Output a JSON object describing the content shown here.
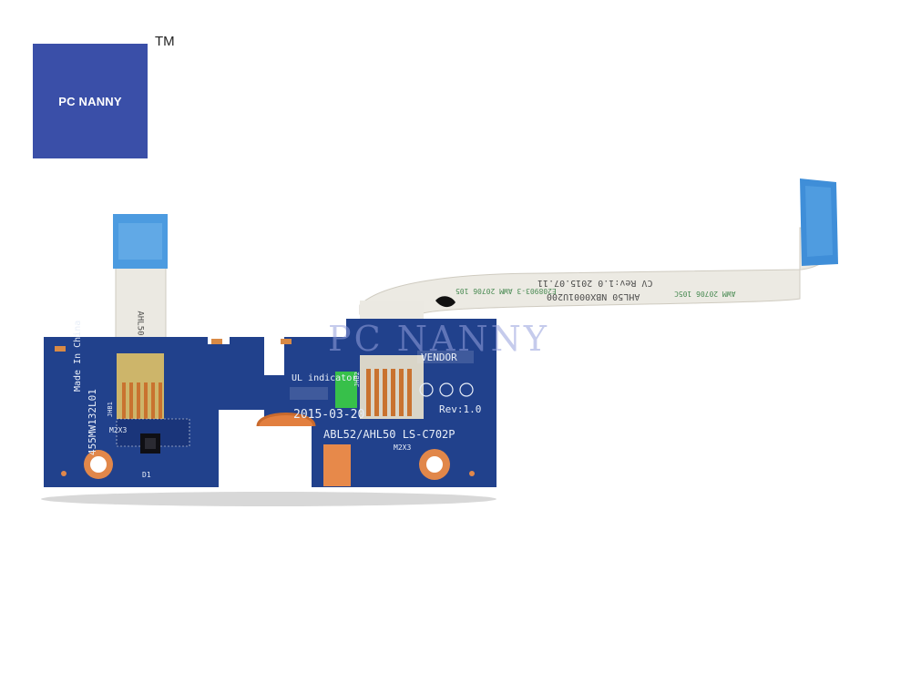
{
  "brand": {
    "logo_text": "PC NANNY",
    "trademark": "TM",
    "watermark": "PC NANNY",
    "colors": {
      "logo_bg": "#3a4fa8",
      "pcb": "#21418c",
      "cable": "#eceae3",
      "connector": "#3f8ed8"
    }
  },
  "board": {
    "made_in": "Made In China",
    "part_no": "455MW132L01",
    "date": "2015-03-20",
    "model": "ABL52/AHL50  LS-C702P",
    "rev": "Rev:1.0",
    "vendor": "VENDOR",
    "ul_indicator": "UL indicator",
    "jhb1": "JHB1",
    "jhb2": "JHB2",
    "m2x3_left": "M2X3",
    "m2x3_right": "M2X3",
    "d1": "D1"
  },
  "cable": {
    "line1": "AHL50 NBX0001U200",
    "line2": "CV Rev:1.0 2015.07.11",
    "print_a": "E208903-3 AWM 20706 105",
    "print_b": "AWM 20706 105C",
    "short_label": "AHL50"
  }
}
